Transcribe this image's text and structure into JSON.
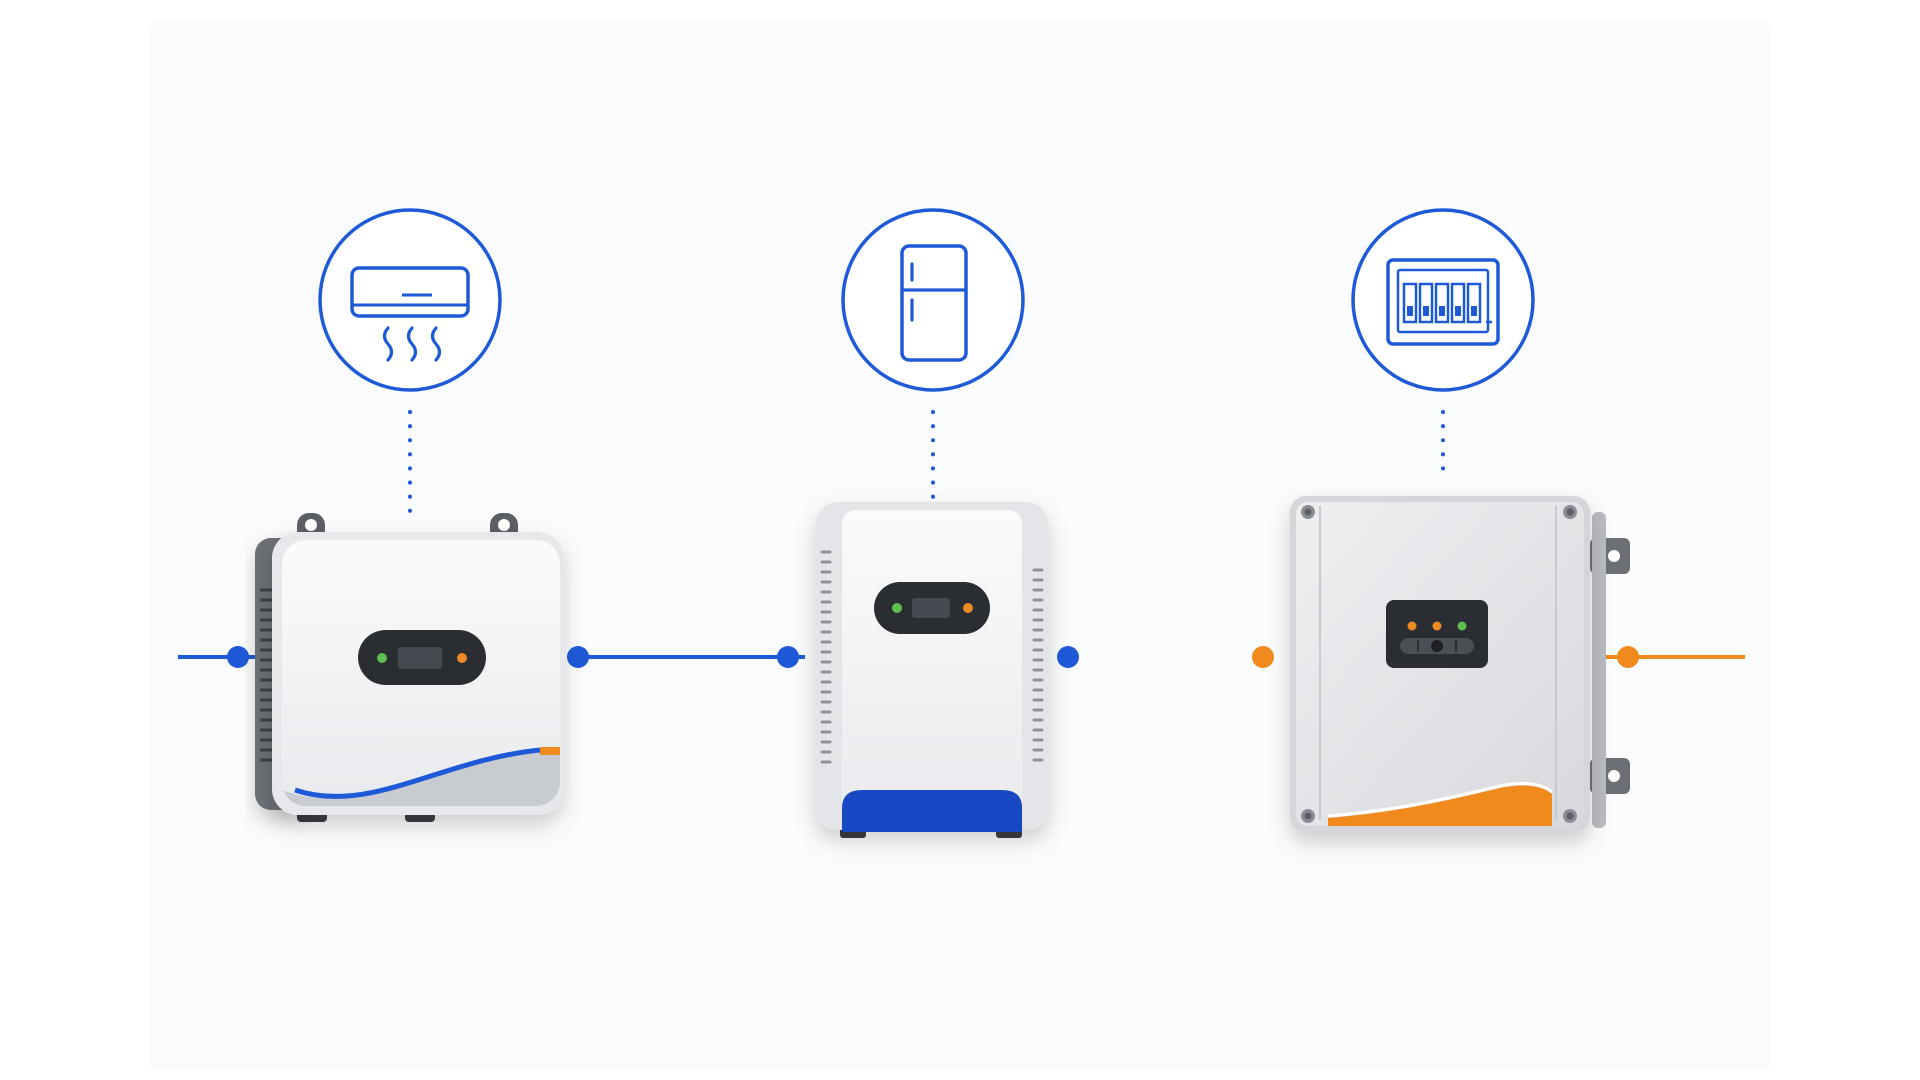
{
  "diagram": {
    "colors": {
      "background": "#ffffff",
      "backdrop": "#fafbfc",
      "blue": "#1e5ad8",
      "blue_dark": "#1848c4",
      "orange": "#f18a1c",
      "body_light": "#f3f4f6",
      "body_mid": "#d9dce1",
      "body_dark": "#6c7076",
      "panel_dark": "#2a2d32",
      "led_green": "#5cbf4e",
      "led_orange": "#ee8a24"
    },
    "stages": [
      {
        "id": "stage-1",
        "icon": "air-conditioner-icon",
        "device": "wall-inverter",
        "accent": "blue-orange-swoosh"
      },
      {
        "id": "stage-2",
        "icon": "refrigerator-icon",
        "device": "voltage-stabilizer",
        "accent": "blue-base"
      },
      {
        "id": "stage-3",
        "icon": "breaker-panel-icon",
        "device": "distribution-box",
        "accent": "orange-swoosh"
      }
    ],
    "connections": [
      {
        "from": "input",
        "to": "wall-inverter",
        "color": "blue"
      },
      {
        "from": "wall-inverter",
        "to": "voltage-stabilizer",
        "color": "blue"
      },
      {
        "from": "voltage-stabilizer",
        "to": "distribution-box",
        "color": "blue-to-orange"
      },
      {
        "from": "distribution-box",
        "to": "output",
        "color": "orange"
      }
    ]
  }
}
